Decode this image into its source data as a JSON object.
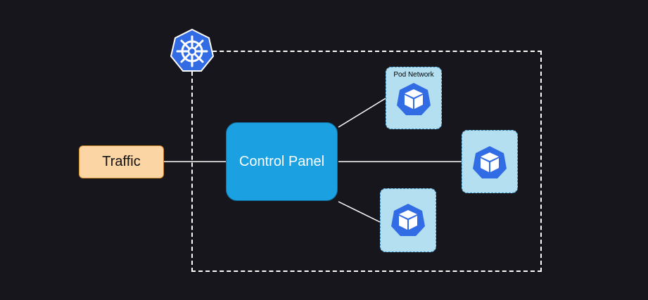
{
  "nodes": {
    "traffic": {
      "label": "Traffic"
    },
    "control_panel": {
      "label": "Control Panel"
    },
    "pods": [
      {
        "label": "Pod Network",
        "icon": "cube-icon"
      },
      {
        "label": "",
        "icon": "cube-icon"
      },
      {
        "label": "",
        "icon": "cube-icon"
      }
    ]
  },
  "icons": {
    "cluster_logo": "kubernetes-helm-icon"
  },
  "colors": {
    "background": "#18161d",
    "traffic_fill": "#fbd5a4",
    "traffic_border": "#d08a2e",
    "control_panel_fill": "#1ba1e2",
    "pod_fill": "#b3dff1",
    "k8s_blue": "#326ce5",
    "boundary": "#ffffff"
  }
}
